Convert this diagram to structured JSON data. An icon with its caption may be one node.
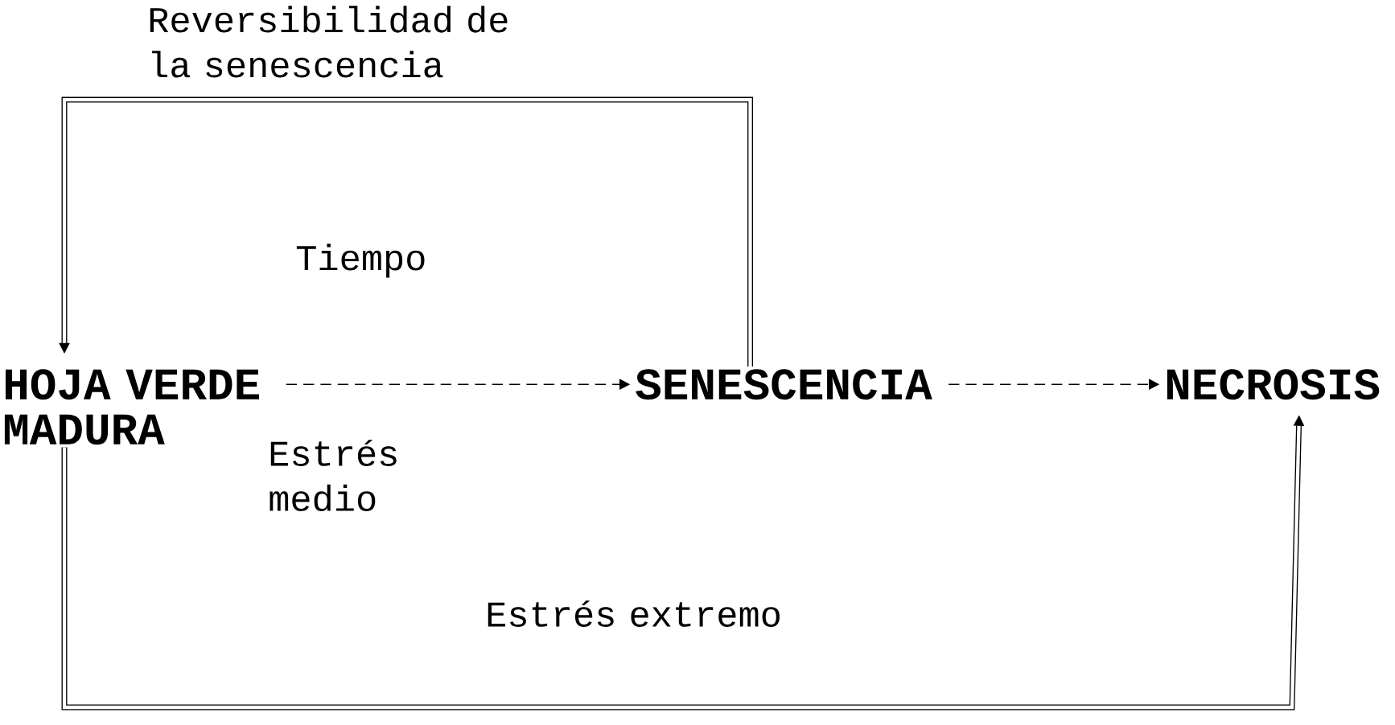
{
  "diagram": {
    "nodes": [
      {
        "text": [
          "HOJA VERDE MADURA"
        ]
      },
      {
        "text": [
          "SENESCENCIA"
        ]
      },
      {
        "text": [
          "NECROSIS"
        ]
      }
    ],
    "edges": [
      {
        "from": 0,
        "to": 1,
        "arrow": "to",
        "style": "dashed",
        "label": "Tiempo"
      },
      {
        "from": 1,
        "to": 2,
        "arrow": "to",
        "style": "dashed"
      },
      {
        "from": 1,
        "to": 0,
        "arrow": "to",
        "style": "thick",
        "label": "Reversibilidad de la senescencia"
      },
      {
        "from": 0,
        "to": 2,
        "arrow": "to",
        "style": "thick",
        "label": "Estrés extremo"
      }
    ],
    "labels": [
      "Estrés medio"
    ]
  }
}
